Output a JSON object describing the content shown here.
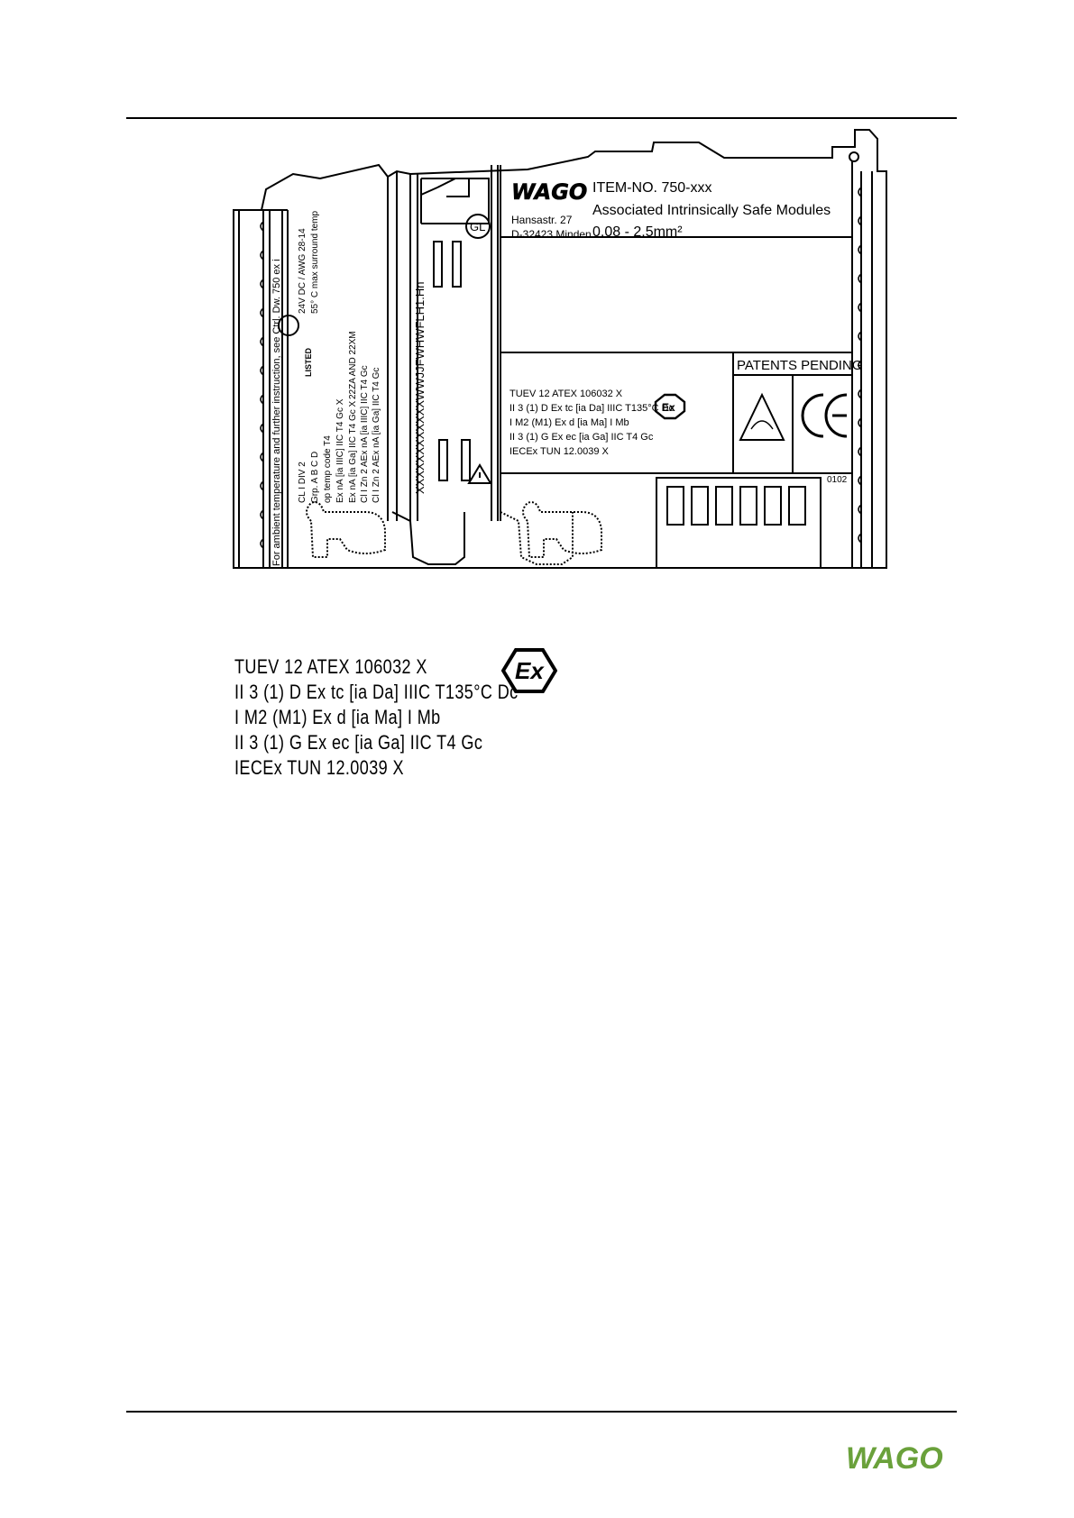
{
  "label": {
    "vendor": "WAGO",
    "address_street": "Hansastr. 27",
    "address_city": "D-32423 Minden",
    "item_no": "ITEM-NO. 750-xxx",
    "product": "Associated Intrinsically Safe Modules",
    "wire_range": "0,08 - 2,5mm²",
    "patents": "PATENTS PENDING",
    "code_number": "0102",
    "approval_lines": [
      "TUEV 12 ATEX 106032 X",
      "II 3 (1) D Ex tc [ia Da] IIIC T135°C Dc",
      "I M2 (M1) Ex d [ia Ma] I Mb",
      "II 3 (1) G Ex ec [ia Ga] IIC T4 Gc",
      "IECEx TUN 12.0039 X"
    ],
    "left_rotated_lines": [
      "For ambient temperature and further instruction, see Ctrl. Dw. 750 ex i",
      "CL I DIV 2",
      "Grp. A B C D",
      "op temp code T4",
      "Ex nA [ia IIIC] IIC T4 Gc X",
      "Ex nA [ia Ga] IIC T4 Gc X",
      "Cl I Zn 2 AEx nA [ia IIIC] IIC T4 Gc",
      "Cl I Zn 2 AEx nA [ia Ga] IIC T4 Gc"
    ],
    "rating_lines": [
      "24V DC / AWG 28-14",
      "55° C max surround temp"
    ],
    "ul_mark": "LISTED",
    "ul_code": "22ZA AND 22XM",
    "serial": "XXXXXXXXXXXXWWJJFWHWFLH1.Hn",
    "gl_mark": "GL"
  },
  "legend": {
    "lines": [
      "TUEV 12 ATEX 106032 X",
      "II 3 (1) D Ex tc [ia Da] IIIC T135°C Dc",
      "I M2 (M1) Ex d [ia Ma] I Mb",
      "II 3 (1) G Ex ec [ia Ga] IIC T4 Gc",
      "IECEx TUN 12.0039 X"
    ],
    "ex_symbol": "Ex"
  },
  "footer": {
    "logo": "WAGO",
    "logo_color": "#6aa13b"
  }
}
